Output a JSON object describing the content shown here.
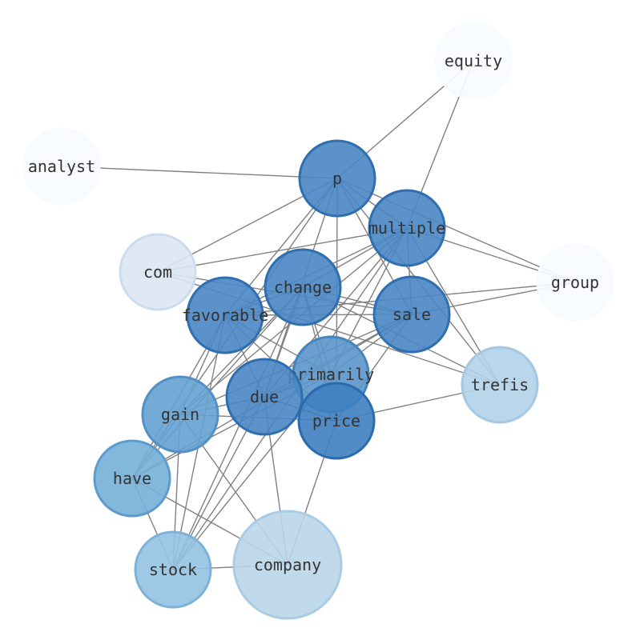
{
  "nodes": [
    {
      "id": "equity",
      "label": "equity",
      "fill": "#f7fbff",
      "stroke": "#f7fbff"
    },
    {
      "id": "analyst",
      "label": "analyst",
      "fill": "#f7fbff",
      "stroke": "#f7fbff"
    },
    {
      "id": "p",
      "label": "p",
      "fill": "#4a86c4",
      "stroke": "#2f6faf"
    },
    {
      "id": "multiple",
      "label": "multiple",
      "fill": "#4a86c4",
      "stroke": "#2f6faf"
    },
    {
      "id": "com",
      "label": "com",
      "fill": "#dbe7f4",
      "stroke": "#ccdcee"
    },
    {
      "id": "group",
      "label": "group",
      "fill": "#f7fbff",
      "stroke": "#f7fbff"
    },
    {
      "id": "change",
      "label": "change",
      "fill": "#4a86c4",
      "stroke": "#2f6faf"
    },
    {
      "id": "favorable",
      "label": "favorable",
      "fill": "#4a86c4",
      "stroke": "#2f6faf"
    },
    {
      "id": "sale",
      "label": "sale",
      "fill": "#4a86c4",
      "stroke": "#2f6faf"
    },
    {
      "id": "trefis",
      "label": "trefis",
      "fill": "#b2d2e8",
      "stroke": "#a4c7e2"
    },
    {
      "id": "primarily",
      "label": "primarily",
      "fill": "#5b95ca",
      "stroke": "#4584bd"
    },
    {
      "id": "due",
      "label": "due",
      "fill": "#4a86c4",
      "stroke": "#2f6faf"
    },
    {
      "id": "price",
      "label": "price",
      "fill": "#3f7fc0",
      "stroke": "#2a6aad"
    },
    {
      "id": "gain",
      "label": "gain",
      "fill": "#65a2d1",
      "stroke": "#5290c5"
    },
    {
      "id": "have",
      "label": "have",
      "fill": "#75b0d9",
      "stroke": "#5f9ccd"
    },
    {
      "id": "stock",
      "label": "stock",
      "fill": "#93c2e2",
      "stroke": "#7fb2d8"
    },
    {
      "id": "company",
      "label": "company",
      "fill": "#b9d6ea",
      "stroke": "#a9cbe3"
    }
  ],
  "edges": [
    [
      "equity",
      "p"
    ],
    [
      "equity",
      "multiple"
    ],
    [
      "analyst",
      "p"
    ],
    [
      "p",
      "multiple"
    ],
    [
      "p",
      "com"
    ],
    [
      "p",
      "favorable"
    ],
    [
      "p",
      "sale"
    ],
    [
      "p",
      "group"
    ],
    [
      "p",
      "trefis"
    ],
    [
      "p",
      "price"
    ],
    [
      "p",
      "due"
    ],
    [
      "p",
      "have"
    ],
    [
      "multiple",
      "com"
    ],
    [
      "multiple",
      "group"
    ],
    [
      "multiple",
      "trefis"
    ],
    [
      "multiple",
      "change"
    ],
    [
      "multiple",
      "favorable"
    ],
    [
      "multiple",
      "sale"
    ],
    [
      "multiple",
      "primarily"
    ],
    [
      "multiple",
      "due"
    ],
    [
      "multiple",
      "gain"
    ],
    [
      "multiple",
      "stock"
    ],
    [
      "com",
      "sale"
    ],
    [
      "com",
      "trefis"
    ],
    [
      "group",
      "favorable"
    ],
    [
      "group",
      "sale"
    ],
    [
      "change",
      "sale"
    ],
    [
      "change",
      "favorable"
    ],
    [
      "change",
      "primarily"
    ],
    [
      "change",
      "price"
    ],
    [
      "change",
      "due"
    ],
    [
      "change",
      "gain"
    ],
    [
      "change",
      "have"
    ],
    [
      "change",
      "stock"
    ],
    [
      "change",
      "trefis"
    ],
    [
      "favorable",
      "sale"
    ],
    [
      "favorable",
      "primarily"
    ],
    [
      "favorable",
      "price"
    ],
    [
      "favorable",
      "due"
    ],
    [
      "favorable",
      "gain"
    ],
    [
      "favorable",
      "have"
    ],
    [
      "favorable",
      "stock"
    ],
    [
      "sale",
      "primarily"
    ],
    [
      "sale",
      "price"
    ],
    [
      "sale",
      "due"
    ],
    [
      "sale",
      "gain"
    ],
    [
      "sale",
      "have"
    ],
    [
      "primarily",
      "due"
    ],
    [
      "primarily",
      "price"
    ],
    [
      "primarily",
      "have"
    ],
    [
      "primarily",
      "stock"
    ],
    [
      "due",
      "price"
    ],
    [
      "due",
      "gain"
    ],
    [
      "due",
      "stock"
    ],
    [
      "due",
      "company"
    ],
    [
      "price",
      "trefis"
    ],
    [
      "price",
      "company"
    ],
    [
      "price",
      "gain"
    ],
    [
      "gain",
      "have"
    ],
    [
      "gain",
      "stock"
    ],
    [
      "gain",
      "company"
    ],
    [
      "have",
      "stock"
    ],
    [
      "have",
      "company"
    ],
    [
      "stock",
      "company"
    ]
  ]
}
